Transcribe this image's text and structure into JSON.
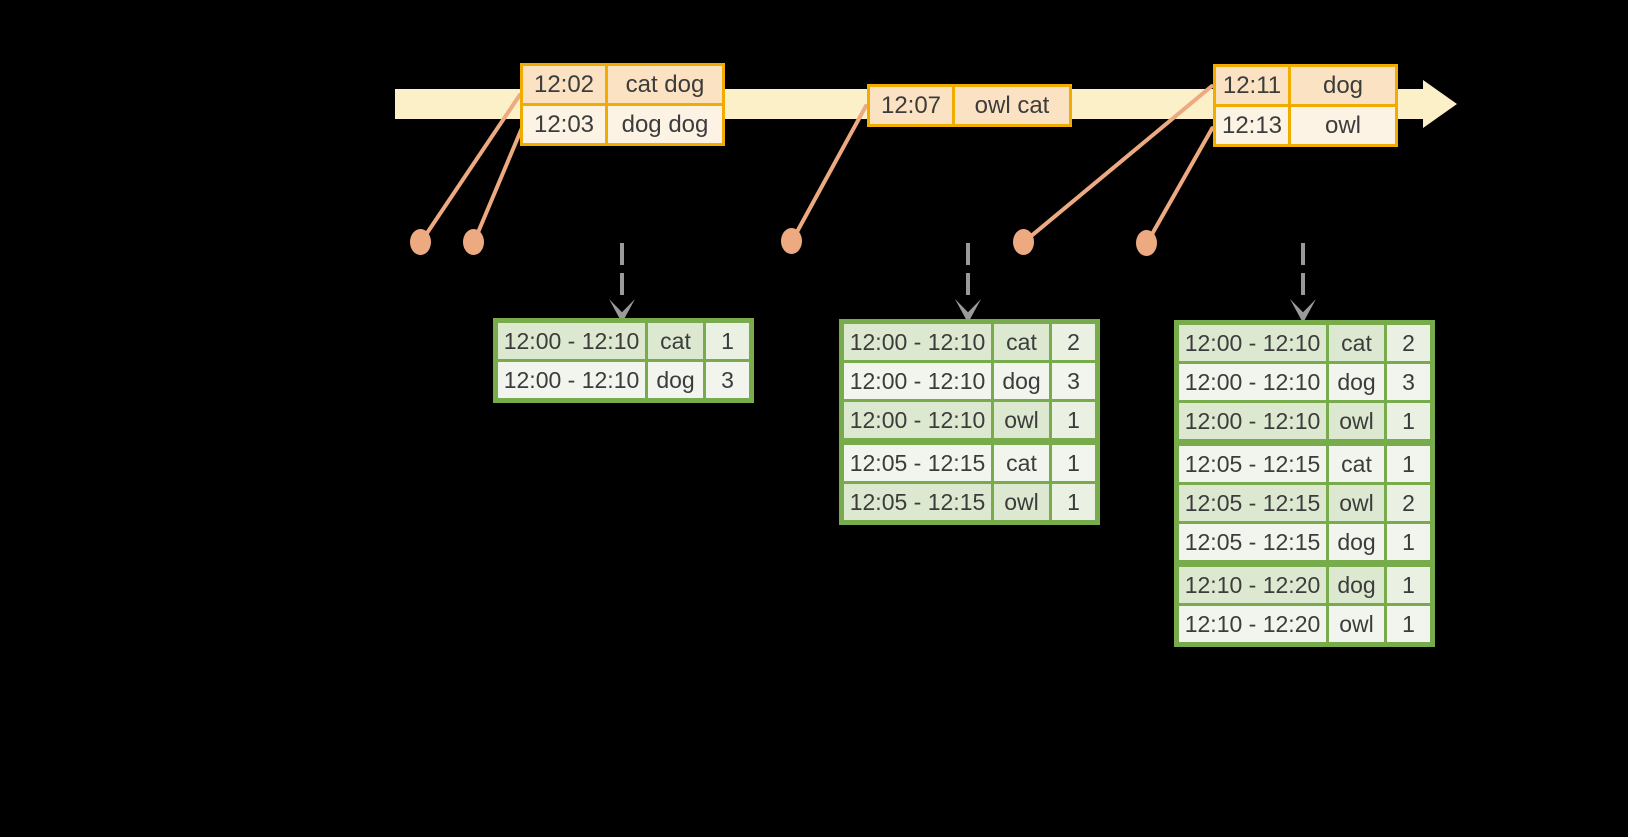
{
  "colors": {
    "background": "#000000",
    "timeline_fill": "#fbf0c8",
    "event_table_border": "#f0ac00",
    "event_row_dark": "#fbe2c2",
    "event_row_light": "#fdf3e5",
    "connector_salmon": "#edaa80",
    "result_table_border": "#77ab4c",
    "result_row_dark": "#dde8d1",
    "result_row_light": "#f1f5ed",
    "trigger_arrow_gray": "#9a9a9a",
    "text": "#3c3c3c"
  },
  "event_tables": [
    {
      "rows": [
        {
          "time": "12:02",
          "words": "cat dog"
        },
        {
          "time": "12:03",
          "words": "dog dog"
        }
      ]
    },
    {
      "rows": [
        {
          "time": "12:07",
          "words": "owl cat"
        }
      ]
    },
    {
      "rows": [
        {
          "time": "12:11",
          "words": "dog"
        },
        {
          "time": "12:13",
          "words": "owl"
        }
      ]
    }
  ],
  "result_tables": [
    {
      "rows": [
        {
          "window": "12:00 - 12:10",
          "word": "cat",
          "count": "1"
        },
        {
          "window": "12:00 - 12:10",
          "word": "dog",
          "count": "3"
        }
      ]
    },
    {
      "rows": [
        {
          "window": "12:00 - 12:10",
          "word": "cat",
          "count": "2"
        },
        {
          "window": "12:00 - 12:10",
          "word": "dog",
          "count": "3"
        },
        {
          "window": "12:00 - 12:10",
          "word": "owl",
          "count": "1"
        },
        {
          "window": "12:05 - 12:15",
          "word": "cat",
          "count": "1"
        },
        {
          "window": "12:05 - 12:15",
          "word": "owl",
          "count": "1"
        }
      ]
    },
    {
      "rows": [
        {
          "window": "12:00 - 12:10",
          "word": "cat",
          "count": "2"
        },
        {
          "window": "12:00 - 12:10",
          "word": "dog",
          "count": "3"
        },
        {
          "window": "12:00 - 12:10",
          "word": "owl",
          "count": "1"
        },
        {
          "window": "12:05 - 12:15",
          "word": "cat",
          "count": "1"
        },
        {
          "window": "12:05 - 12:15",
          "word": "owl",
          "count": "2"
        },
        {
          "window": "12:05 - 12:15",
          "word": "dog",
          "count": "1"
        },
        {
          "window": "12:10 - 12:20",
          "word": "dog",
          "count": "1"
        },
        {
          "window": "12:10 - 12:20",
          "word": "owl",
          "count": "1"
        }
      ]
    }
  ]
}
